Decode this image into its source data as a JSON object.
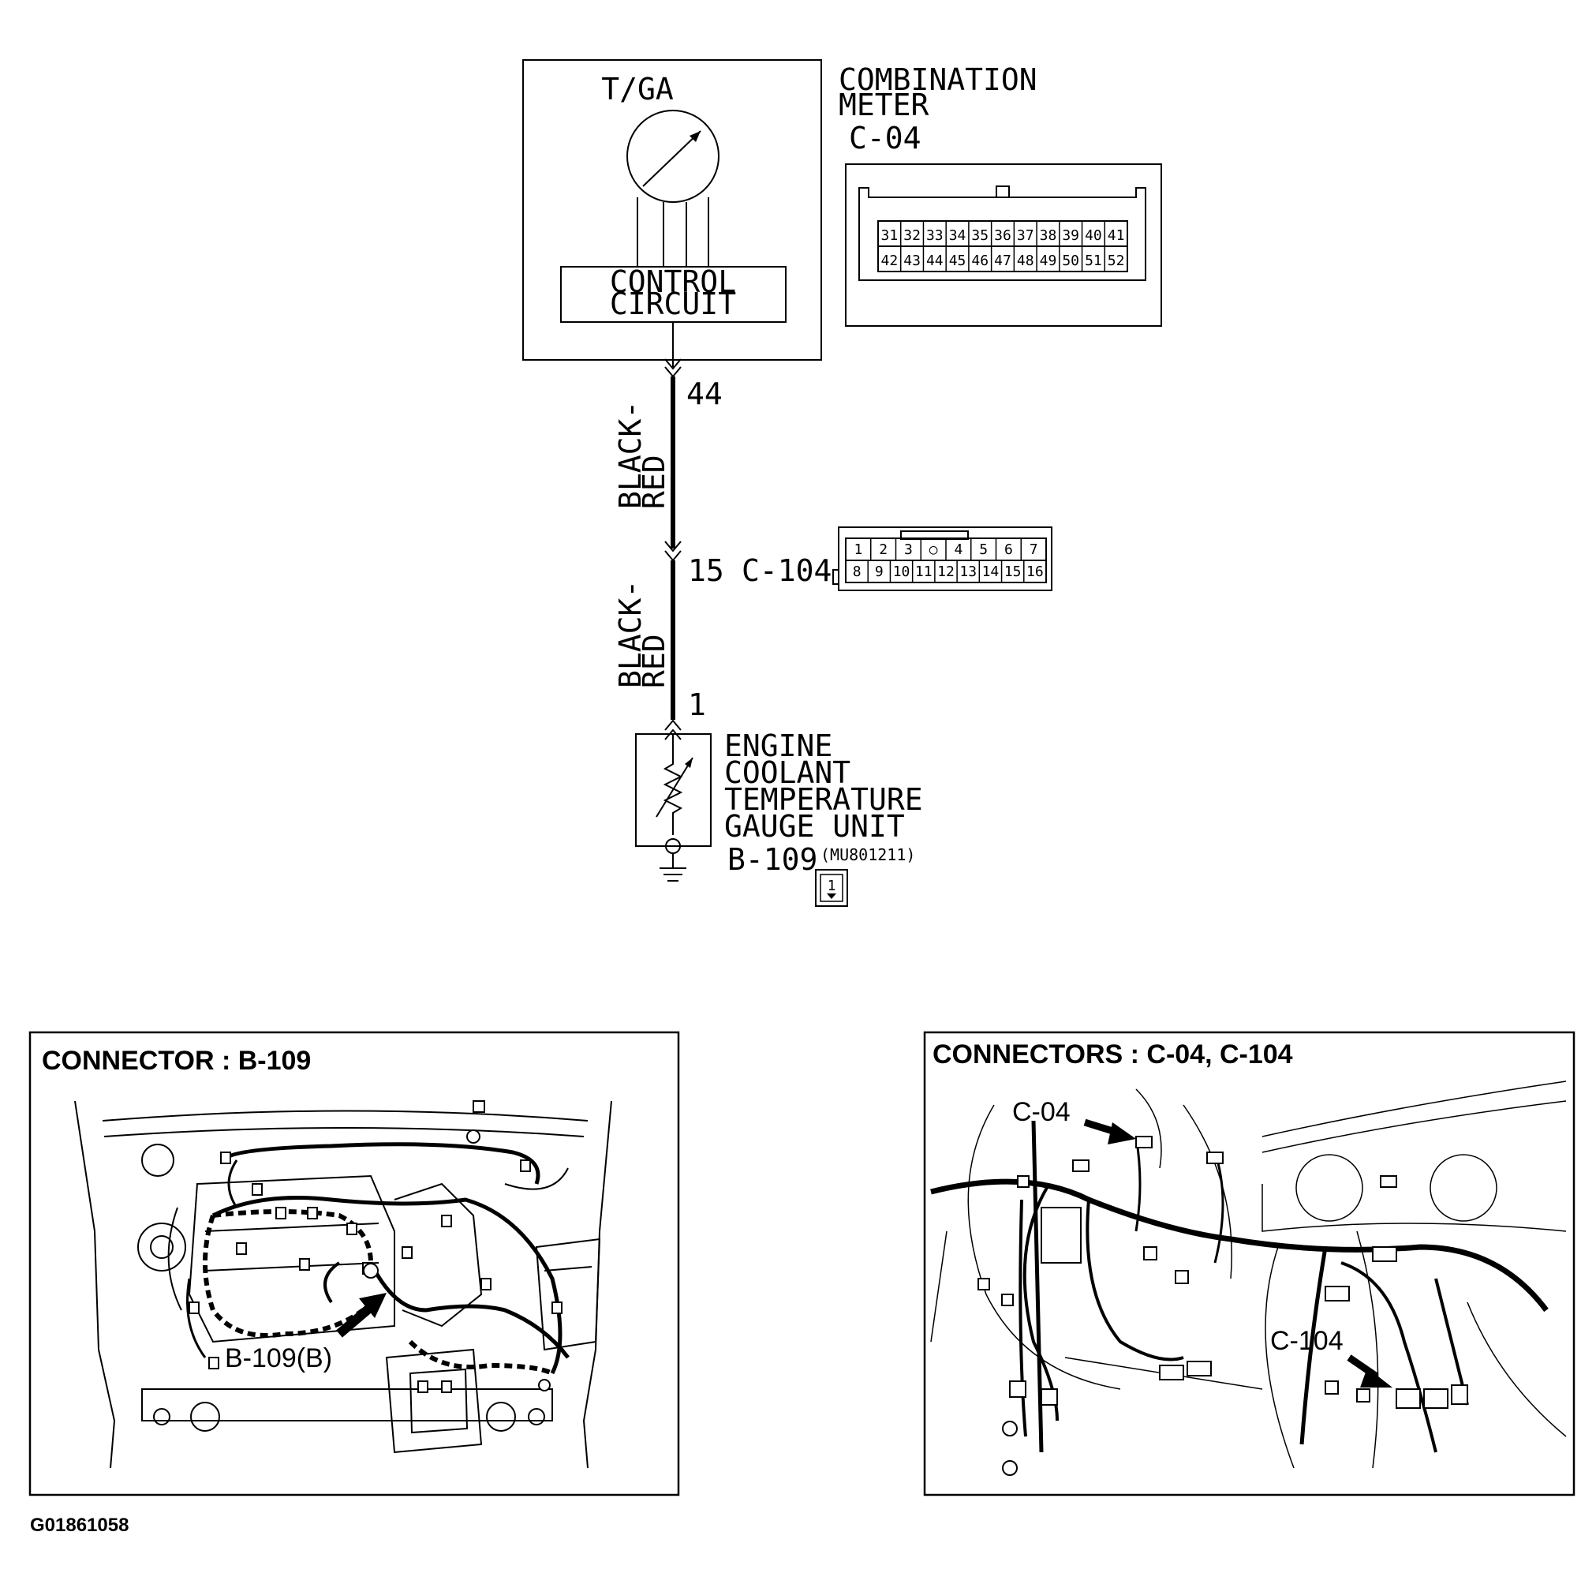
{
  "meter": {
    "gauge_label": "T/GA",
    "control_circuit_line1": "CONTROL",
    "control_circuit_line2": "CIRCUIT",
    "title_line1": "COMBINATION",
    "title_line2": "METER",
    "connector_id": "C-04",
    "connector_pins_row1": [
      "31",
      "32",
      "33",
      "34",
      "35",
      "36",
      "37",
      "38",
      "39",
      "40",
      "41"
    ],
    "connector_pins_row2": [
      "42",
      "43",
      "44",
      "45",
      "46",
      "47",
      "48",
      "49",
      "50",
      "51",
      "52"
    ]
  },
  "wiring": {
    "pin_top": "44",
    "wire1_color_line1": "BLACK-",
    "wire1_color_line2": "RED",
    "junction_pin": "15",
    "junction_connector_id": "C-104",
    "wire2_color_line1": "BLACK-",
    "wire2_color_line2": "RED",
    "pin_bottom": "1"
  },
  "c104": {
    "pins_row1": [
      "1",
      "2",
      "3",
      "○",
      "4",
      "5",
      "6",
      "7"
    ],
    "pins_row2": [
      "8",
      "9",
      "10",
      "11",
      "12",
      "13",
      "14",
      "15",
      "16"
    ]
  },
  "sensor": {
    "title_line1": "ENGINE",
    "title_line2": "COOLANT",
    "title_line3": "TEMPERATURE",
    "title_line4": "GAUGE UNIT",
    "connector_id": "B-109",
    "part_number": "(MU801211)",
    "connector_pin": "1"
  },
  "panel_left": {
    "header": "CONNECTOR : B-109",
    "callout": "B-109(B)"
  },
  "panel_right": {
    "header": "CONNECTORS : C-04, C-104",
    "callout_c04": "C-04",
    "callout_c104": "C-104"
  },
  "figure_code": "G01861058"
}
